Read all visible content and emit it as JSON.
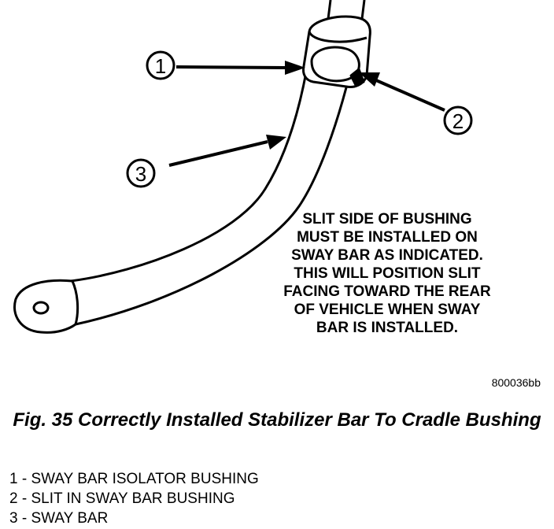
{
  "callouts": [
    {
      "number": "1"
    },
    {
      "number": "2"
    },
    {
      "number": "3"
    }
  ],
  "note_lines": [
    "SLIT SIDE OF BUSHING",
    "MUST BE INSTALLED ON",
    "SWAY BAR AS INDICATED.",
    "THIS WILL POSITION SLIT",
    "FACING TOWARD THE REAR",
    "OF VEHICLE WHEN SWAY",
    "BAR IS INSTALLED."
  ],
  "figure_code": "800036bb",
  "caption": "Fig. 35 Correctly Installed Stabilizer Bar To Cradle Bushing",
  "legend": [
    "1 - SWAY BAR ISOLATOR BUSHING",
    "2 - SLIT IN SWAY BAR BUSHING",
    "3 - SWAY BAR"
  ]
}
